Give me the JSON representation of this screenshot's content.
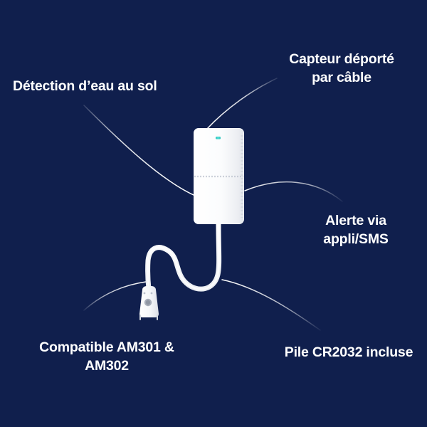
{
  "scene": {
    "background_color": "#101f4d",
    "accent_color": "#ffffff",
    "device_color": "#f7f8fa",
    "led_color": "#3fd7cf",
    "line_color": "#ffffff"
  },
  "callouts": [
    {
      "id": "detection",
      "text": "Détection d’eau au sol",
      "position": "top-left"
    },
    {
      "id": "capteur",
      "text": "Capteur déporté\npar câble",
      "position": "top-right"
    },
    {
      "id": "alerte",
      "text": "Alerte via\nappli/SMS",
      "position": "middle-right"
    },
    {
      "id": "compatible",
      "text": "Compatible AM301 &\nAM302",
      "position": "bottom-left"
    },
    {
      "id": "pile",
      "text": "Pile CR2032 incluse",
      "position": "bottom-right"
    }
  ],
  "device": {
    "name": "water-leak-detector-body",
    "led_label": "status-led",
    "seam_label": "case-seam"
  },
  "probe": {
    "name": "remote-water-sensor-probe",
    "contact_label": "sensor-contact"
  }
}
